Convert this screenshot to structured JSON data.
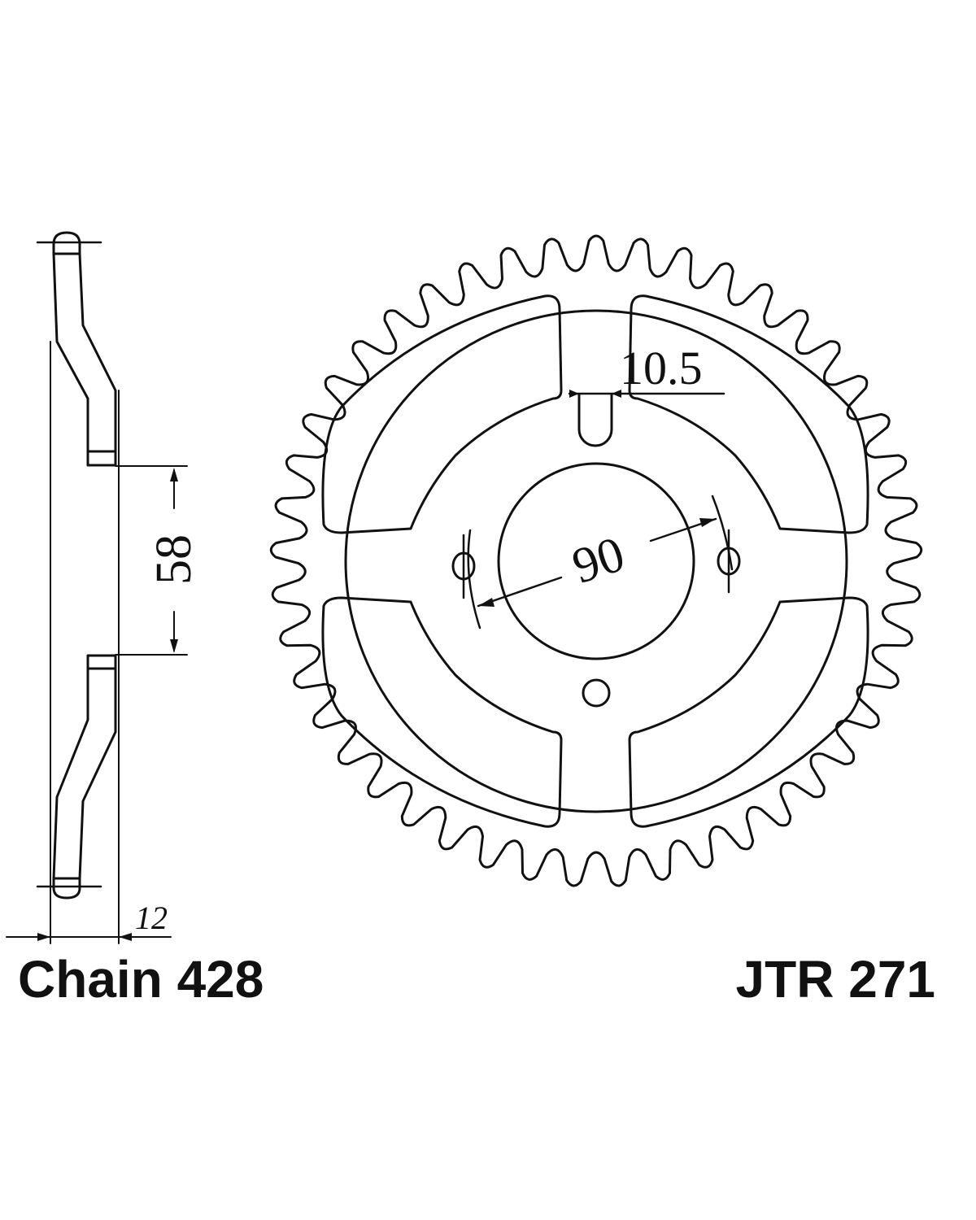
{
  "drawing": {
    "chain_label": "Chain 428",
    "part_number": "JTR 271",
    "dim_bolt_hole": "10.5",
    "dim_pcd": "90",
    "dim_bore": "58",
    "dim_thickness": "12"
  },
  "sprocket": {
    "teeth": 45
  },
  "colors": {
    "ink": "#111111",
    "background": "#ffffff"
  }
}
